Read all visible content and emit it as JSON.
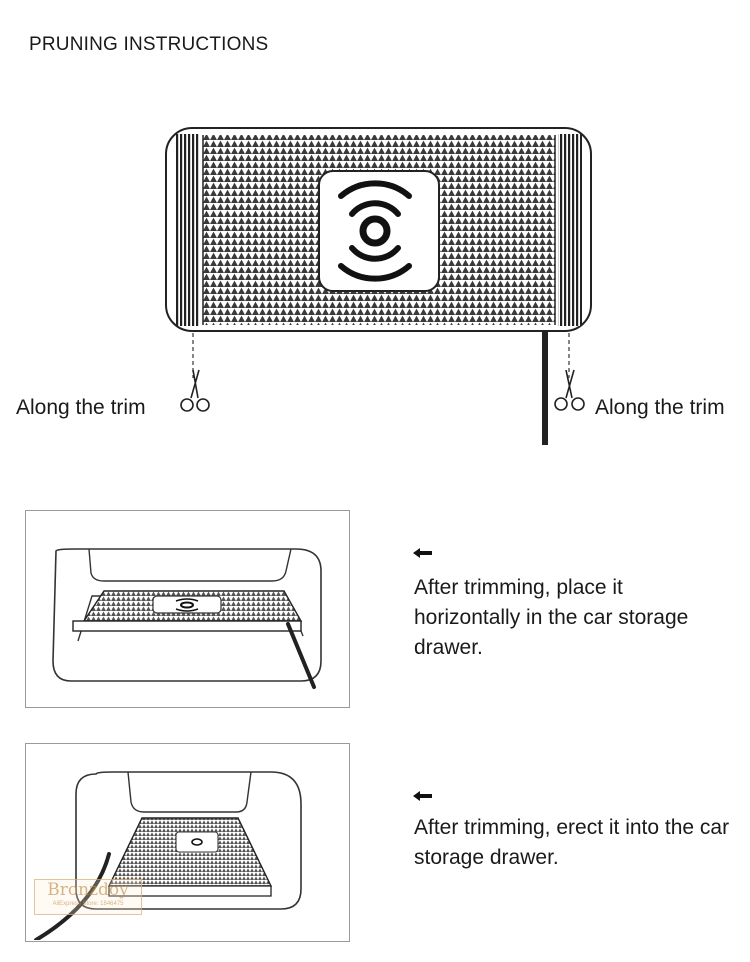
{
  "title": "PRUNING INSTRUCTIONS",
  "trim": {
    "left_label": "Along the trim",
    "right_label": "Along the trim"
  },
  "steps": [
    {
      "arrow_icon": "left-arrow-icon",
      "text": "After trimming, place it horizontally in the car storage drawer."
    },
    {
      "arrow_icon": "left-arrow-icon",
      "text": "After trimming, erect it into the car storage drawer."
    }
  ],
  "watermark": {
    "brand": "Bronzdoy",
    "subtitle": "AliExpress Store: 1846475"
  }
}
